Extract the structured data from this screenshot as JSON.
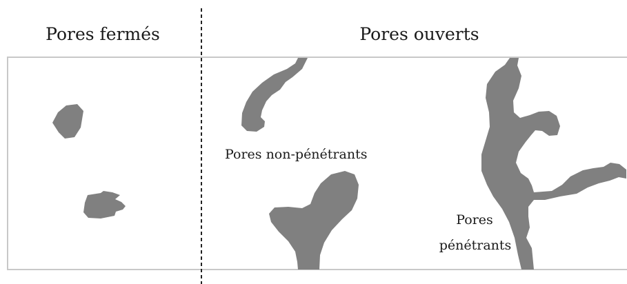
{
  "headings": {
    "closed": "Pores fermés",
    "open": "Pores ouverts"
  },
  "labels": {
    "non_penetrating": "Pores non-pénétrants",
    "penetrating_line1": "Pores",
    "penetrating_line2": "pénétrants"
  },
  "colors": {
    "pore": "#808080",
    "border": "#c8c8c8",
    "text": "#1a1a1a"
  }
}
